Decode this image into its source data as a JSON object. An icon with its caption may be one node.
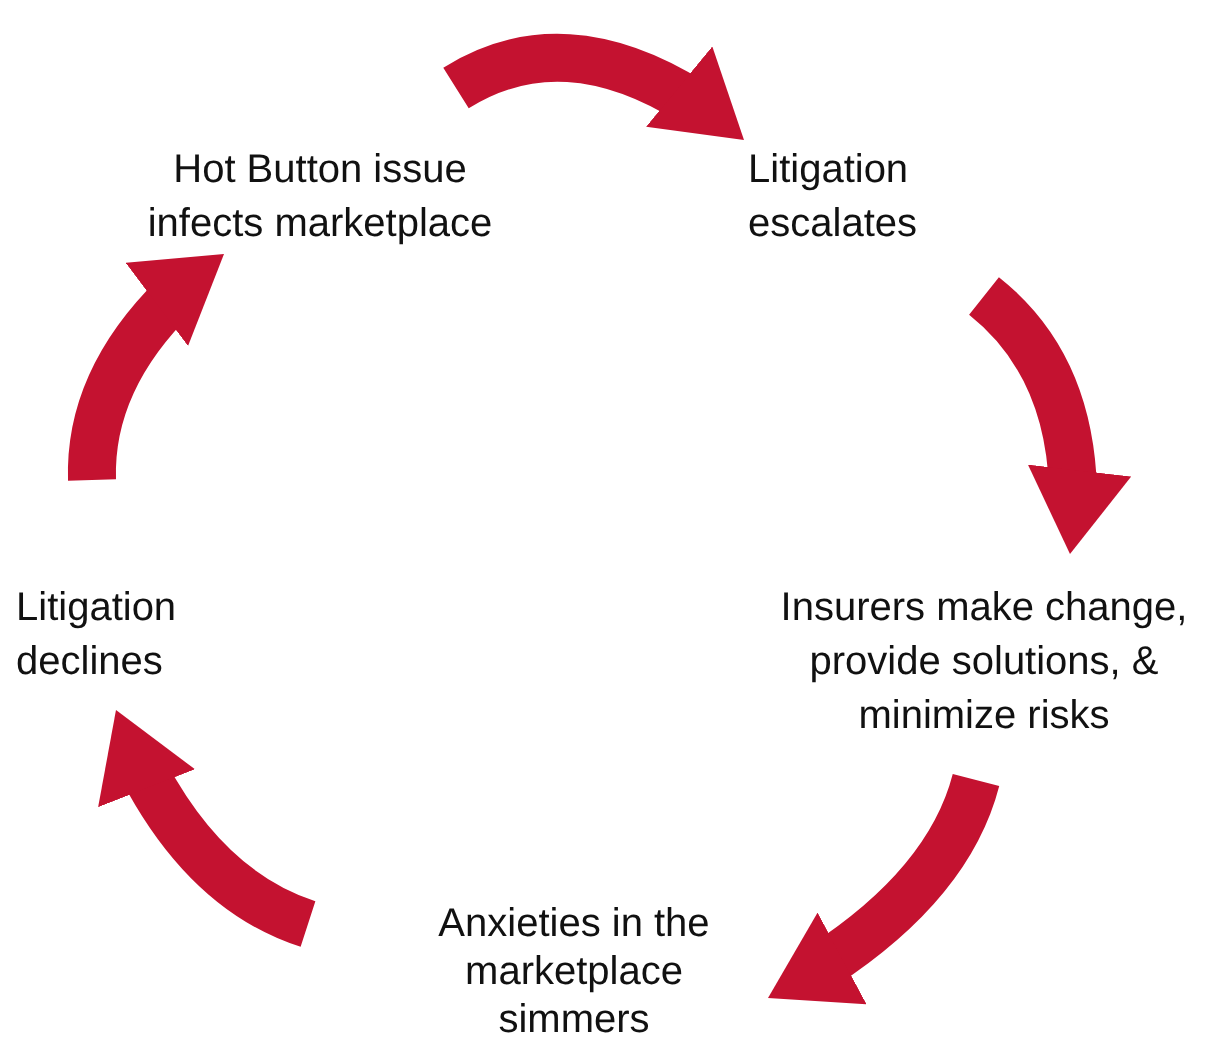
{
  "diagram": {
    "nodes": [
      {
        "text": [
          "Hot Button issue infects marketplace"
        ]
      },
      {
        "text": [
          "Litigation escalates"
        ]
      },
      {
        "text": [
          "Insurers make change, provide solutions, & minimize risks"
        ]
      },
      {
        "text": [
          "Anxieties in the marketplace simmers"
        ]
      },
      {
        "text": [
          "Litigation declines"
        ]
      }
    ],
    "edges": [
      {
        "from": 0,
        "to": 1,
        "arrow": "to"
      },
      {
        "from": 1,
        "to": 2,
        "arrow": "to"
      },
      {
        "from": 2,
        "to": 3,
        "arrow": "to"
      },
      {
        "from": 3,
        "to": 4,
        "arrow": "to"
      },
      {
        "from": 4,
        "to": 0,
        "arrow": "to"
      }
    ]
  }
}
